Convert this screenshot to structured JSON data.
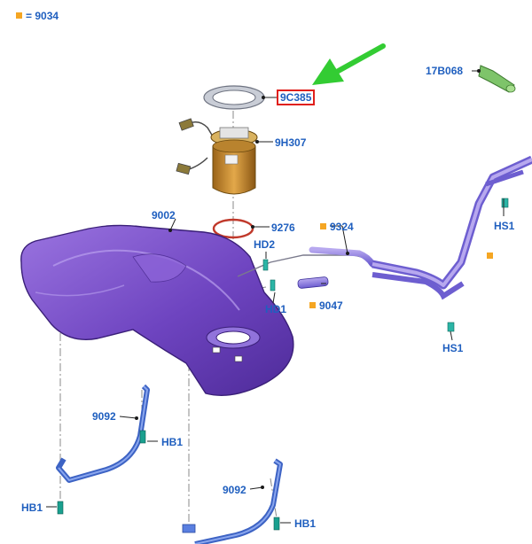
{
  "legend": {
    "marker_color": "#f5a623",
    "text": "= 9034"
  },
  "colors": {
    "label": "#1f5fbf",
    "tank": "#7a4fc9",
    "strap": "#4a6fd1",
    "pump": "#c9882a",
    "highlight": "#e0201c",
    "arrow": "#33cc33",
    "clip": "#2bb5a6",
    "bolt": "#1aa08f"
  },
  "labels": {
    "part_9c385": "9C385",
    "part_9h307": "9H307",
    "part_9002": "9002",
    "part_9276": "9276",
    "part_9324": "9324",
    "part_9047": "9047",
    "part_17b068": "17B068",
    "hd2": "HD2",
    "hd1": "HD1",
    "hs1_top": "HS1",
    "hs1_bottom": "HS1",
    "part_9092_upper": "9092",
    "part_9092_lower": "9092",
    "hb1_upper": "HB1",
    "hb1_left": "HB1",
    "hb1_lower": "HB1"
  }
}
